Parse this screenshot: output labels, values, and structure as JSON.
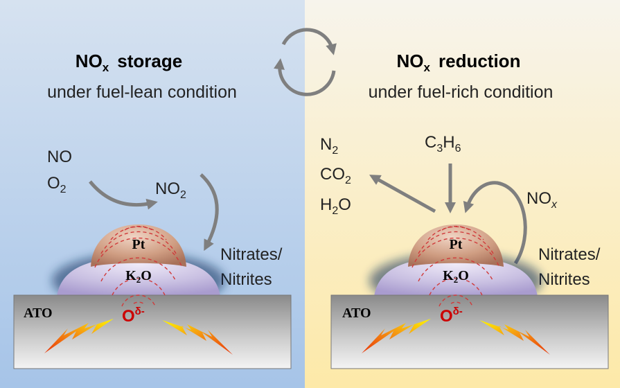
{
  "left_panel": {
    "title_main": "NO",
    "title_sub": "x",
    "title_rest": "storage",
    "condition": "under fuel-lean condition",
    "input_no": "NO",
    "input_o2_main": "O",
    "input_o2_sub": "2",
    "no2_main": "NO",
    "no2_sub": "2",
    "product_line1": "Nitrates/",
    "product_line2": "Nitrites",
    "pt_label": "Pt",
    "k2o_main": "K",
    "k2o_sub": "2",
    "k2o_rest": "O",
    "support_label": "ATO",
    "oxygen_main": "O",
    "oxygen_sup": "δ-"
  },
  "right_panel": {
    "title_main": "NO",
    "title_sub": "x",
    "title_rest": "reduction",
    "condition": "under fuel-rich condition",
    "reductant_c": "C",
    "reductant_c_sub": "3",
    "reductant_h": "H",
    "reductant_h_sub": "6",
    "product_n2_main": "N",
    "product_n2_sub": "2",
    "product_co2_main": "CO",
    "product_co2_sub": "2",
    "product_h2o_main": "H",
    "product_h2o_sub": "2",
    "product_h2o_rest": "O",
    "nox_main": "NO",
    "nox_sub": "x",
    "product_line1": "Nitrates/",
    "product_line2": "Nitrites",
    "pt_label": "Pt",
    "k2o_main": "K",
    "k2o_sub": "2",
    "k2o_rest": "O",
    "support_label": "ATO",
    "oxygen_main": "O",
    "oxygen_sup": "δ-"
  },
  "colors": {
    "lean_background_top": "#d6e2f0",
    "lean_background_bottom": "#a6c4e8",
    "rich_background_top": "#f7f4ec",
    "rich_background_bottom": "#fde9a8",
    "arrow_gray": "#7f7f7f",
    "oxygen_red": "#cc0000",
    "support_gray": "#8c8c8c",
    "pt_particle": "#c9957a",
    "k2o_layer": "#c6bde0",
    "field_lines": "#d03a3a"
  }
}
